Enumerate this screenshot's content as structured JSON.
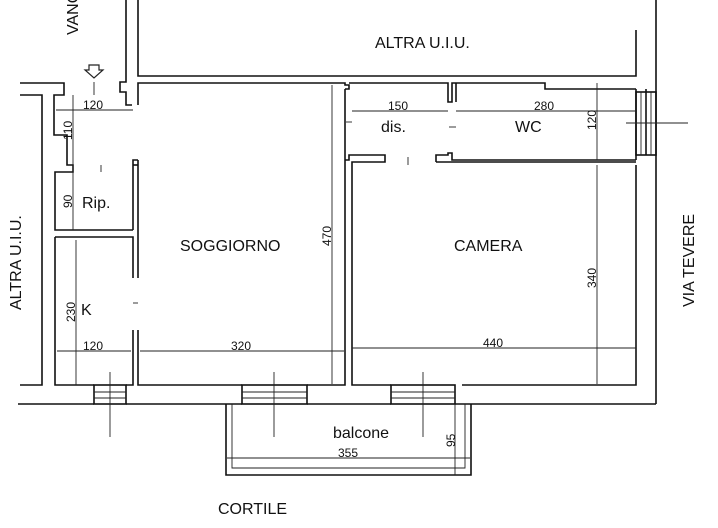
{
  "plan": {
    "neighbors": {
      "top": "ALTRA U.I.U.",
      "left": "ALTRA U.I.U.",
      "top_left": "VANO",
      "right": "VIA TEVERE",
      "bottom": "CORTILE"
    },
    "rooms": {
      "soggiorno": "SOGGIORNO",
      "camera": "CAMERA",
      "disimpegno": "dis.",
      "wc": "WC",
      "ripostiglio": "Rip.",
      "cucina": "K",
      "balcone": "balcone"
    },
    "dimensions": {
      "entrance_width": "120",
      "entrance_depth": "110",
      "rip_depth": "90",
      "k_depth": "230",
      "k_width": "120",
      "soggiorno_width": "320",
      "soggiorno_depth": "470",
      "dis_width": "150",
      "wc_width": "280",
      "wc_depth": "120",
      "camera_width": "440",
      "camera_depth": "340",
      "balcone_width": "355",
      "balcone_depth": "95"
    }
  }
}
